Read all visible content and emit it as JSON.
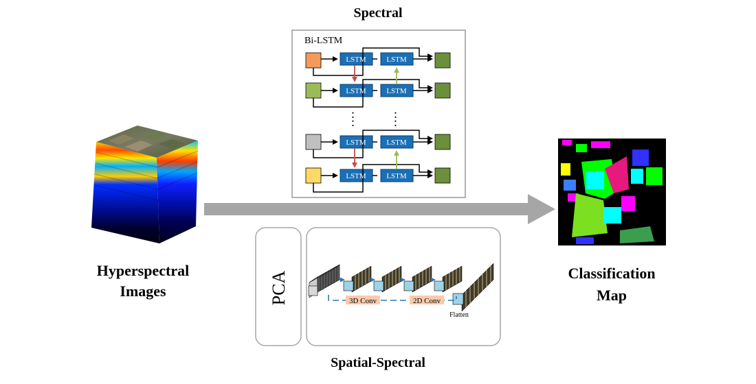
{
  "labels": {
    "hyperspectral": "Hyperspectral\nImages",
    "classification": "Classification\nMap",
    "spectral": "Spectral",
    "spatial_spectral": "Spatial-Spectral",
    "bilstm": "Bi-LSTM",
    "lstm": "LSTM",
    "pca": "PCA",
    "conv3d": "3D Conv",
    "conv2d": "2D Conv",
    "flatten": "Flatten",
    "dots": ":"
  },
  "colors": {
    "lstm_fill": "#1b6fb5",
    "lstm_stroke": "#0d3f6e",
    "output_green": "#6b8f3a",
    "input_orange": "#f59a5b",
    "input_green": "#9bbb59",
    "input_gray": "#bfbfbf",
    "input_yellow": "#ffd966",
    "arrow_red": "#c0504d",
    "arrow_green": "#9bbb59",
    "main_arrow": "#a6a6a6",
    "conv_label_bg": "#f8cbad",
    "dash_blue": "#2e75b6"
  }
}
